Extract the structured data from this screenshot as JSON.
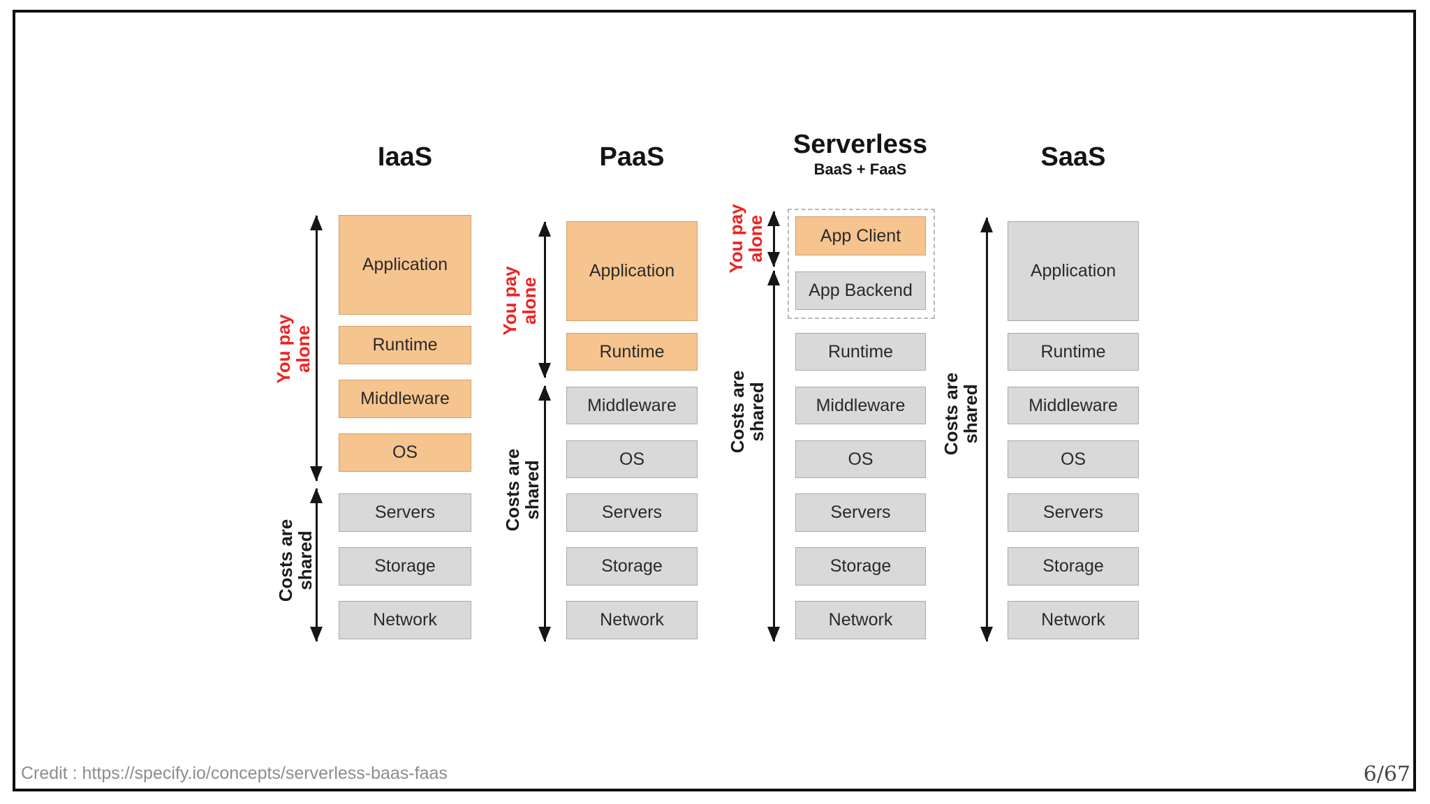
{
  "slide": {
    "credit": "Credit : https://specify.io/concepts/serverless-baas-faas",
    "page_number": "6/67"
  },
  "annotations": {
    "you_pay_alone": "You pay\nalone",
    "costs_are_shared": "Costs are\nshared"
  },
  "colors": {
    "pay_alone_fill": "#f6c48f",
    "shared_fill": "#d9d9d9",
    "annotation_red": "#ee2222",
    "arrow_black": "#161616",
    "border_black": "#0e0e0e"
  },
  "columns": [
    {
      "title": "IaaS",
      "subtitle": "",
      "boxes": [
        {
          "label": "Application",
          "cost": "alone"
        },
        {
          "label": "Runtime",
          "cost": "alone"
        },
        {
          "label": "Middleware",
          "cost": "alone"
        },
        {
          "label": "OS",
          "cost": "alone"
        },
        {
          "label": "Servers",
          "cost": "shared"
        },
        {
          "label": "Storage",
          "cost": "shared"
        },
        {
          "label": "Network",
          "cost": "shared"
        }
      ]
    },
    {
      "title": "PaaS",
      "subtitle": "",
      "boxes": [
        {
          "label": "Application",
          "cost": "alone"
        },
        {
          "label": "Runtime",
          "cost": "alone"
        },
        {
          "label": "Middleware",
          "cost": "shared"
        },
        {
          "label": "OS",
          "cost": "shared"
        },
        {
          "label": "Servers",
          "cost": "shared"
        },
        {
          "label": "Storage",
          "cost": "shared"
        },
        {
          "label": "Network",
          "cost": "shared"
        }
      ]
    },
    {
      "title": "Serverless",
      "subtitle": "BaaS + FaaS",
      "boxes": [
        {
          "label": "App Client",
          "cost": "alone"
        },
        {
          "label": "App Backend",
          "cost": "shared"
        },
        {
          "label": "Runtime",
          "cost": "shared"
        },
        {
          "label": "Middleware",
          "cost": "shared"
        },
        {
          "label": "OS",
          "cost": "shared"
        },
        {
          "label": "Servers",
          "cost": "shared"
        },
        {
          "label": "Storage",
          "cost": "shared"
        },
        {
          "label": "Network",
          "cost": "shared"
        }
      ]
    },
    {
      "title": "SaaS",
      "subtitle": "",
      "boxes": [
        {
          "label": "Application",
          "cost": "shared"
        },
        {
          "label": "Runtime",
          "cost": "shared"
        },
        {
          "label": "Middleware",
          "cost": "shared"
        },
        {
          "label": "OS",
          "cost": "shared"
        },
        {
          "label": "Servers",
          "cost": "shared"
        },
        {
          "label": "Storage",
          "cost": "shared"
        },
        {
          "label": "Network",
          "cost": "shared"
        }
      ]
    }
  ]
}
